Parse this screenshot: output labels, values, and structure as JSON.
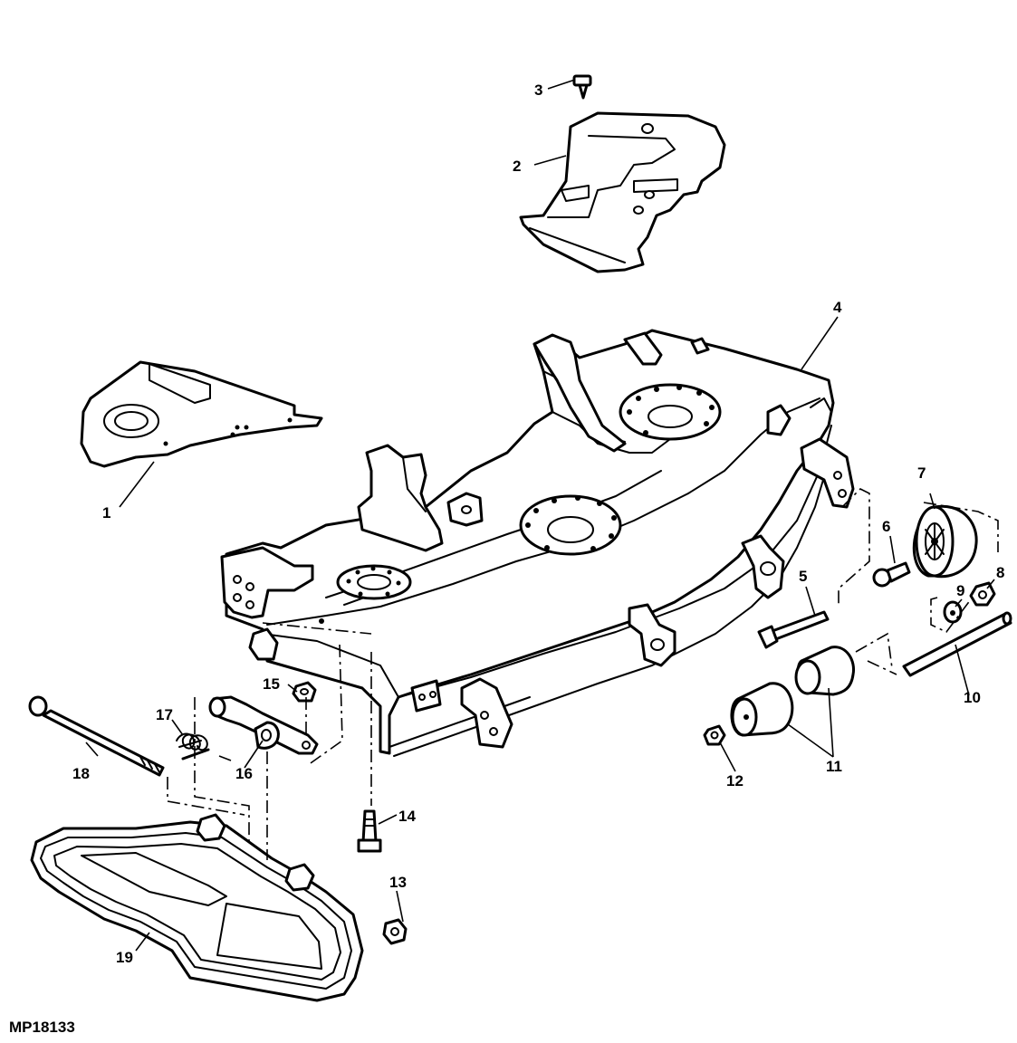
{
  "figure_id": "MP18133",
  "callouts": {
    "c1": "1",
    "c2": "2",
    "c3": "3",
    "c4": "4",
    "c5": "5",
    "c6": "6",
    "c7": "7",
    "c8": "8",
    "c9": "9",
    "c10": "10",
    "c11": "11",
    "c12": "12",
    "c13": "13",
    "c14": "14",
    "c15": "15",
    "c16": "16",
    "c17": "17",
    "c18": "18",
    "c19": "19"
  },
  "colors": {
    "line": "#000000",
    "background": "#ffffff"
  }
}
